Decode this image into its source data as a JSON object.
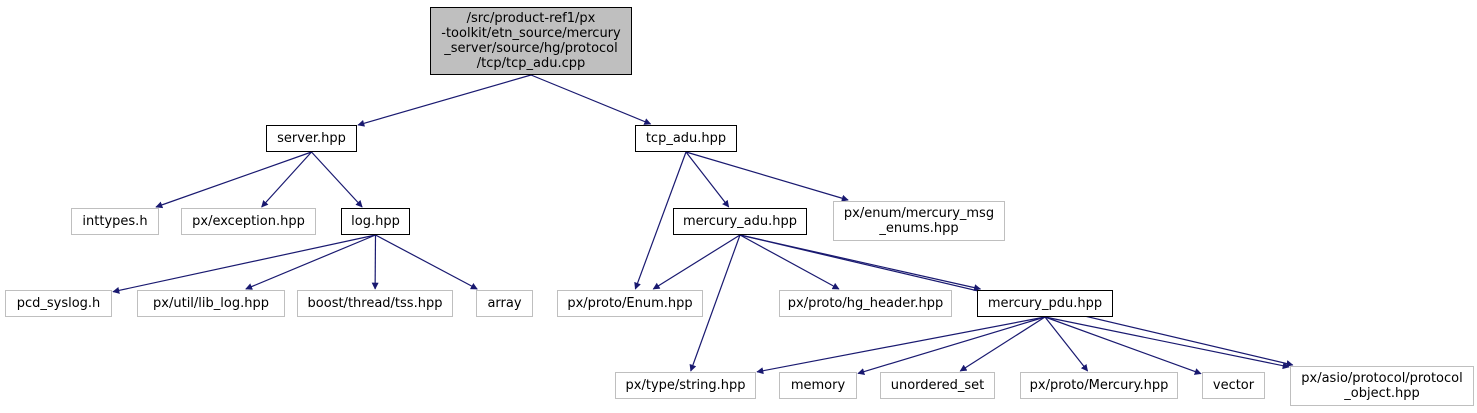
{
  "graph": {
    "node_order": [
      "root",
      "server",
      "tcp_adu",
      "inttypes",
      "px_exception",
      "log",
      "mercury_adu",
      "mercury_msg_enums",
      "pcd_syslog",
      "lib_log",
      "boost_tss",
      "array",
      "enum_hpp",
      "hg_header",
      "mercury_pdu",
      "string_hpp",
      "memory",
      "unordered_set",
      "mercury_hpp",
      "vector",
      "protocol_object"
    ],
    "nodes": {
      "root": {
        "kind": "root",
        "lines": [
          "/src/product-ref1/px",
          "-toolkit/etn_source/mercury",
          "_server/source/hg/protocol",
          "/tcp/tcp_adu.cpp"
        ]
      },
      "server": {
        "kind": "doc",
        "lines": [
          "server.hpp"
        ]
      },
      "tcp_adu": {
        "kind": "doc",
        "lines": [
          "tcp_adu.hpp"
        ]
      },
      "inttypes": {
        "kind": "ext",
        "lines": [
          "inttypes.h"
        ]
      },
      "px_exception": {
        "kind": "ext",
        "lines": [
          "px/exception.hpp"
        ]
      },
      "log": {
        "kind": "doc",
        "lines": [
          "log.hpp"
        ]
      },
      "mercury_adu": {
        "kind": "doc",
        "lines": [
          "mercury_adu.hpp"
        ]
      },
      "mercury_msg_enums": {
        "kind": "ext",
        "lines": [
          "px/enum/mercury_msg",
          "_enums.hpp"
        ]
      },
      "pcd_syslog": {
        "kind": "ext",
        "lines": [
          "pcd_syslog.h"
        ]
      },
      "lib_log": {
        "kind": "ext",
        "lines": [
          "px/util/lib_log.hpp"
        ]
      },
      "boost_tss": {
        "kind": "ext",
        "lines": [
          "boost/thread/tss.hpp"
        ]
      },
      "array": {
        "kind": "ext",
        "lines": [
          "array"
        ]
      },
      "enum_hpp": {
        "kind": "ext",
        "lines": [
          "px/proto/Enum.hpp"
        ]
      },
      "hg_header": {
        "kind": "ext",
        "lines": [
          "px/proto/hg_header.hpp"
        ]
      },
      "mercury_pdu": {
        "kind": "doc",
        "lines": [
          "mercury_pdu.hpp"
        ]
      },
      "string_hpp": {
        "kind": "ext",
        "lines": [
          "px/type/string.hpp"
        ]
      },
      "memory": {
        "kind": "ext",
        "lines": [
          "memory"
        ]
      },
      "unordered_set": {
        "kind": "ext",
        "lines": [
          "unordered_set"
        ]
      },
      "mercury_hpp": {
        "kind": "ext",
        "lines": [
          "px/proto/Mercury.hpp"
        ]
      },
      "vector": {
        "kind": "ext",
        "lines": [
          "vector"
        ]
      },
      "protocol_object": {
        "kind": "ext",
        "lines": [
          "px/asio/protocol/protocol",
          "_object.hpp"
        ]
      }
    },
    "edges": [
      [
        "root",
        "server"
      ],
      [
        "root",
        "tcp_adu"
      ],
      [
        "server",
        "inttypes"
      ],
      [
        "server",
        "px_exception"
      ],
      [
        "server",
        "log"
      ],
      [
        "log",
        "pcd_syslog"
      ],
      [
        "log",
        "lib_log"
      ],
      [
        "log",
        "boost_tss"
      ],
      [
        "log",
        "array"
      ],
      [
        "tcp_adu",
        "enum_hpp"
      ],
      [
        "tcp_adu",
        "mercury_adu"
      ],
      [
        "tcp_adu",
        "mercury_msg_enums"
      ],
      [
        "mercury_adu",
        "enum_hpp"
      ],
      [
        "mercury_adu",
        "string_hpp"
      ],
      [
        "mercury_adu",
        "hg_header"
      ],
      [
        "mercury_adu",
        "mercury_pdu"
      ],
      [
        "mercury_adu",
        "protocol_object"
      ],
      [
        "mercury_pdu",
        "string_hpp"
      ],
      [
        "mercury_pdu",
        "memory"
      ],
      [
        "mercury_pdu",
        "unordered_set"
      ],
      [
        "mercury_pdu",
        "mercury_hpp"
      ],
      [
        "mercury_pdu",
        "vector"
      ],
      [
        "mercury_pdu",
        "protocol_object"
      ]
    ],
    "colors": {
      "edge": "#191970",
      "root_fill": "#bfbfbf",
      "doc_border": "#000000",
      "ext_border": "#bfbfbf"
    }
  }
}
